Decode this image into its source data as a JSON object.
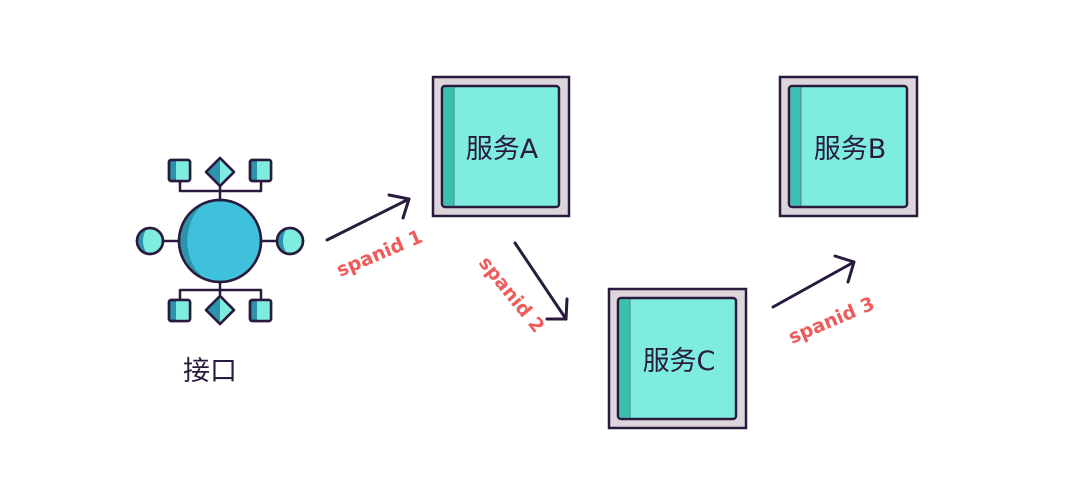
{
  "diagram": {
    "interface": {
      "label": "接口",
      "icon": "network-hub-icon"
    },
    "services": [
      {
        "id": "A",
        "label": "服务A"
      },
      {
        "id": "B",
        "label": "服务B"
      },
      {
        "id": "C",
        "label": "服务C"
      }
    ],
    "edges": [
      {
        "from": "接口",
        "to": "服务A",
        "label": "spanid 1"
      },
      {
        "from": "服务A",
        "to": "服务C",
        "label": "spanid 2"
      },
      {
        "from": "服务C",
        "to": "服务B",
        "label": "spanid 3"
      }
    ]
  },
  "colors": {
    "outline": "#2a1a3e",
    "service_fill": "#7eecdf",
    "service_shade": "#3bbfae",
    "service_frame": "#dcd5dc",
    "hub_fill": "#3fc1dc",
    "hub_shade": "#2b93ac",
    "node_fill": "#7eecdf",
    "node_shade": "#2b93ac",
    "edge_label": "#ef5a5a"
  }
}
